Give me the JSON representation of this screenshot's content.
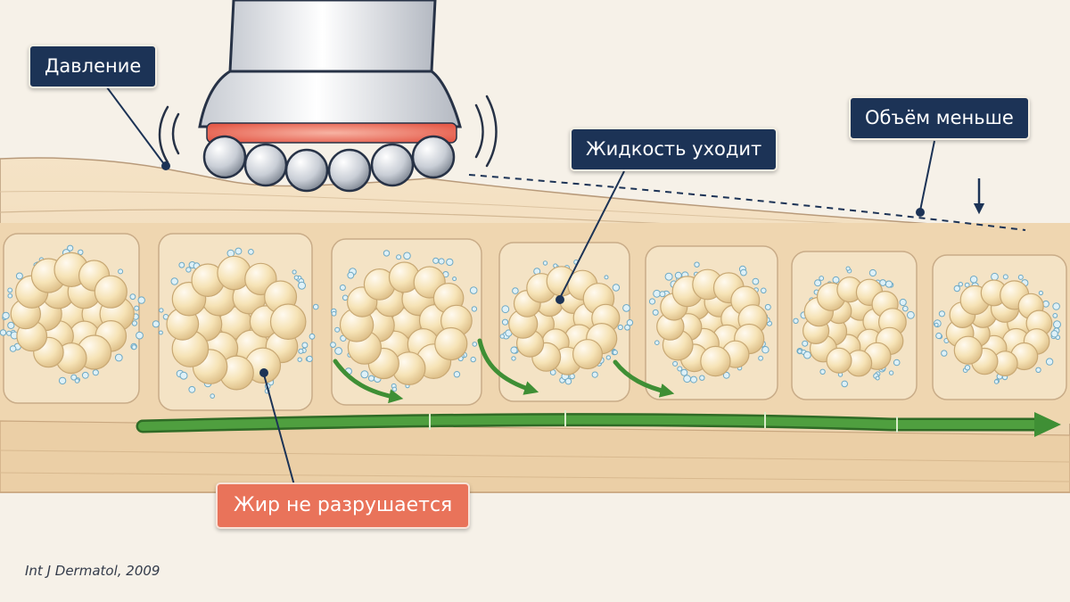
{
  "labels": {
    "pressure": "Давление",
    "fluid_leaves": "Жидкость уходит",
    "less_volume": "Объём меньше",
    "fat_not_destroyed": "Жир не разрушается"
  },
  "citation": "Int J Dermatol, 2009",
  "colors": {
    "background": "#f6f1e8",
    "skin": "#f0d8b6",
    "fat_cell": "#f6e2b4",
    "label_navy": "#1c3356",
    "label_warning": "#e9735a",
    "lymph_green": "#3f8f35"
  }
}
